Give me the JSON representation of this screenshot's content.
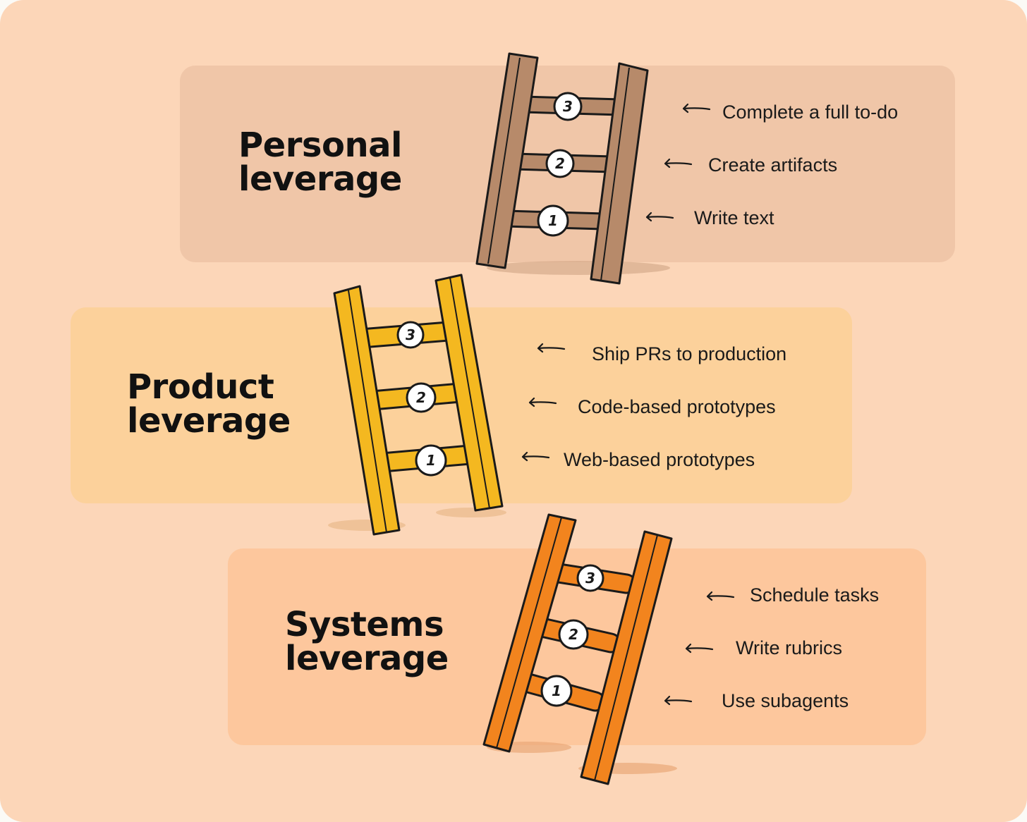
{
  "colors": {
    "background": "#fcd6b8",
    "personal_panel": "#f0c6a8",
    "product_panel": "#fcd19b",
    "systems_panel": "#fdc79d",
    "personal_ladder": "#b78a6a",
    "product_ladder": "#f4b820",
    "systems_ladder": "#f2841e"
  },
  "levels": [
    {
      "title_line1": "Personal",
      "title_line2": "leverage",
      "steps": [
        {
          "num": "3",
          "label": "Complete a full to-do"
        },
        {
          "num": "2",
          "label": "Create artifacts"
        },
        {
          "num": "1",
          "label": "Write text"
        }
      ]
    },
    {
      "title_line1": "Product",
      "title_line2": "leverage",
      "steps": [
        {
          "num": "3",
          "label": "Ship PRs to production"
        },
        {
          "num": "2",
          "label": "Code-based prototypes"
        },
        {
          "num": "1",
          "label": "Web-based prototypes"
        }
      ]
    },
    {
      "title_line1": "Systems",
      "title_line2": "leverage",
      "steps": [
        {
          "num": "3",
          "label": "Schedule tasks"
        },
        {
          "num": "2",
          "label": "Write rubrics"
        },
        {
          "num": "1",
          "label": "Use subagents"
        }
      ]
    }
  ]
}
